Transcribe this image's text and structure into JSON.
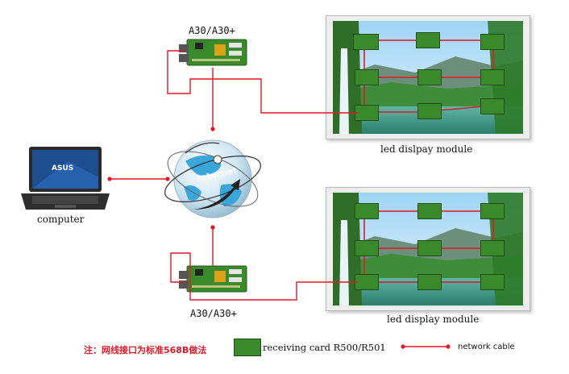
{
  "labels": {
    "controller_top": "A30/A30+",
    "controller_bottom": "A30/A30+",
    "display_top": "led dislpay module",
    "display_bottom": "led display module",
    "computer": "computer",
    "globe": "Internet",
    "laptop_brand": "ASUS"
  },
  "legend": {
    "note": "注：网线接口为标准568B做法",
    "receiving_card": "receiving card R500/R501",
    "network_cable": "network cable"
  },
  "colors": {
    "cable": "#e0192a",
    "card_green": "#3a8a2c",
    "sky": "#5db3e8",
    "grass": "#4f9a2a"
  },
  "icons": [
    "laptop-icon",
    "globe-icon",
    "controller-card-icon",
    "receiving-card-icon",
    "landscape-image"
  ]
}
